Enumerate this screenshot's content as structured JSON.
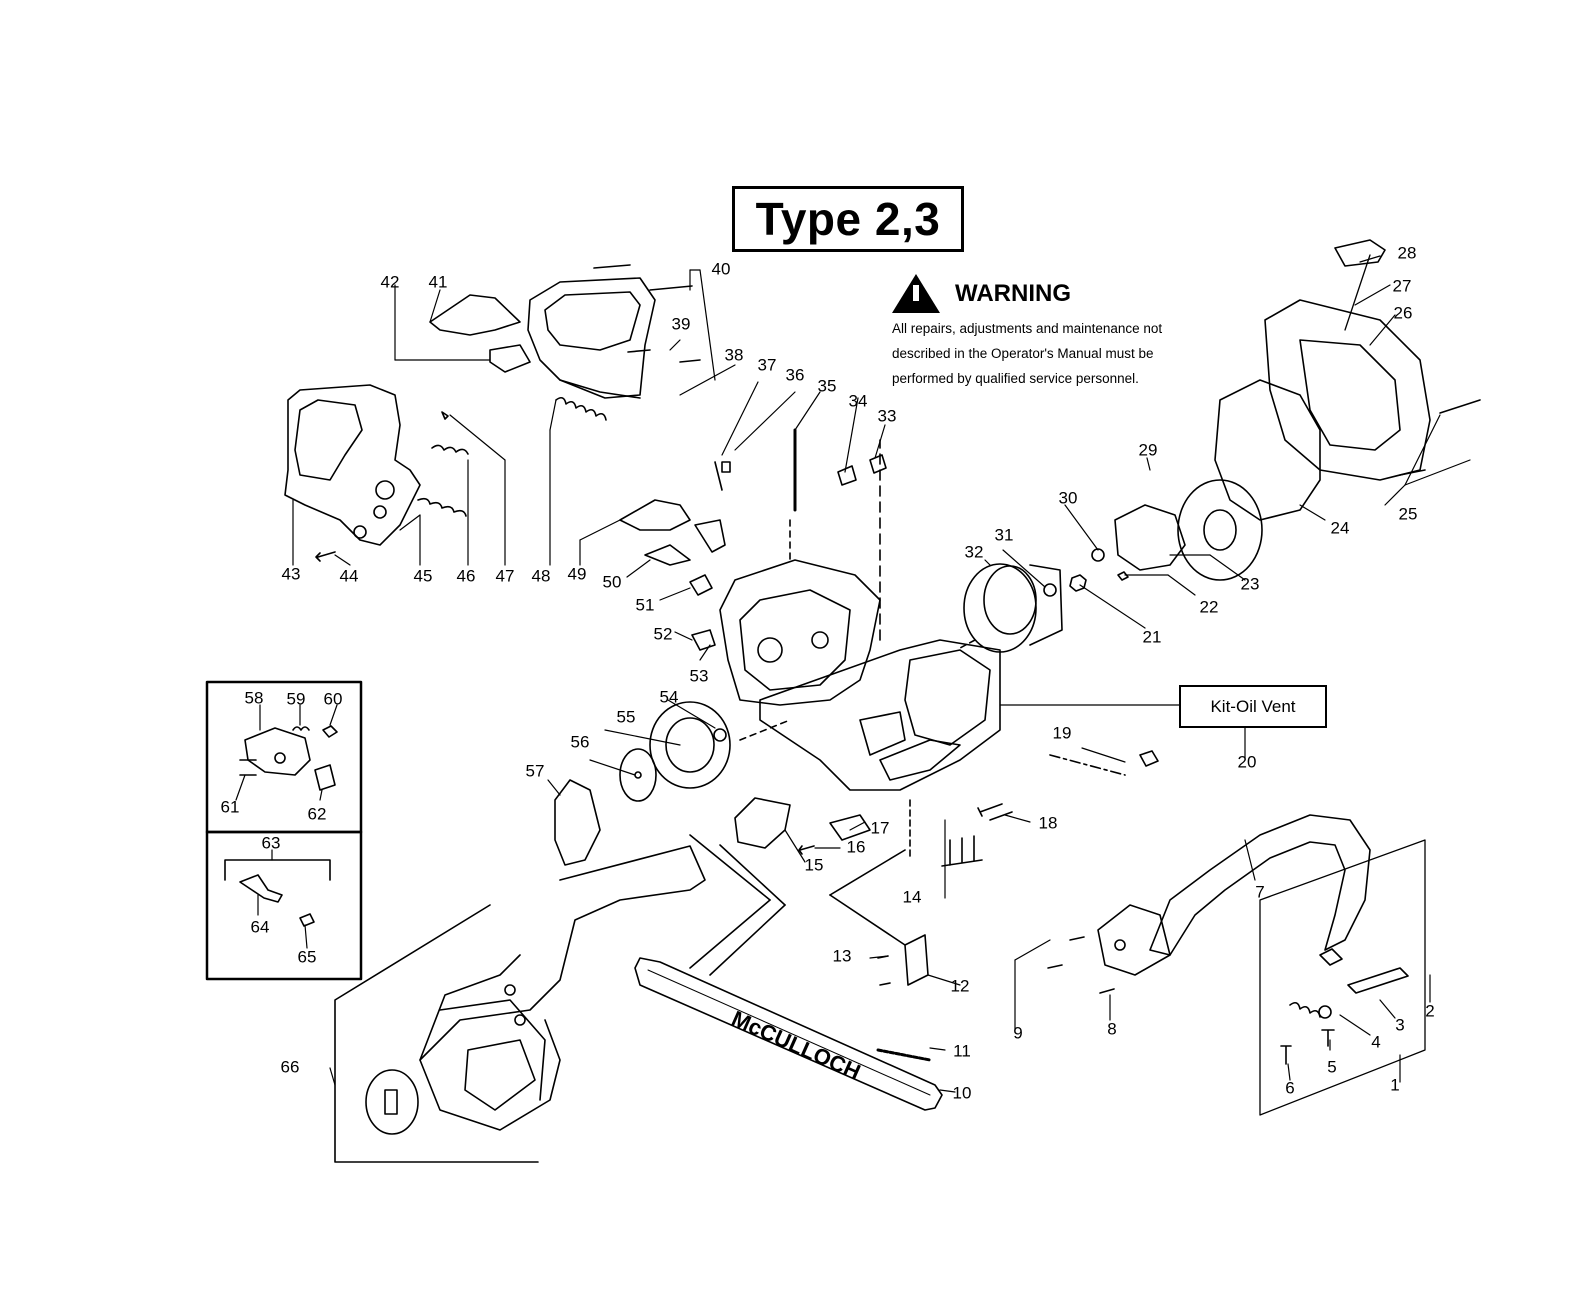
{
  "title": "Type 2,3",
  "warning": {
    "heading": "WARNING",
    "lines": [
      "All repairs, adjustments and maintenance not",
      "described in the Operator's Manual must be",
      "performed by qualified  service personnel."
    ]
  },
  "kit_label": "Kit-Oil Vent",
  "bar_brand": "McCULLOCH",
  "part_numbers": [
    "1",
    "2",
    "3",
    "4",
    "5",
    "6",
    "7",
    "8",
    "9",
    "10",
    "11",
    "12",
    "13",
    "14",
    "15",
    "16",
    "17",
    "18",
    "19",
    "20",
    "21",
    "22",
    "23",
    "24",
    "25",
    "26",
    "27",
    "28",
    "29",
    "30",
    "31",
    "32",
    "33",
    "34",
    "35",
    "36",
    "37",
    "38",
    "39",
    "40",
    "41",
    "42",
    "43",
    "44",
    "45",
    "46",
    "47",
    "48",
    "49",
    "50",
    "51",
    "52",
    "53",
    "54",
    "55",
    "56",
    "57",
    "58",
    "59",
    "60",
    "61",
    "62",
    "63",
    "64",
    "65",
    "66"
  ]
}
